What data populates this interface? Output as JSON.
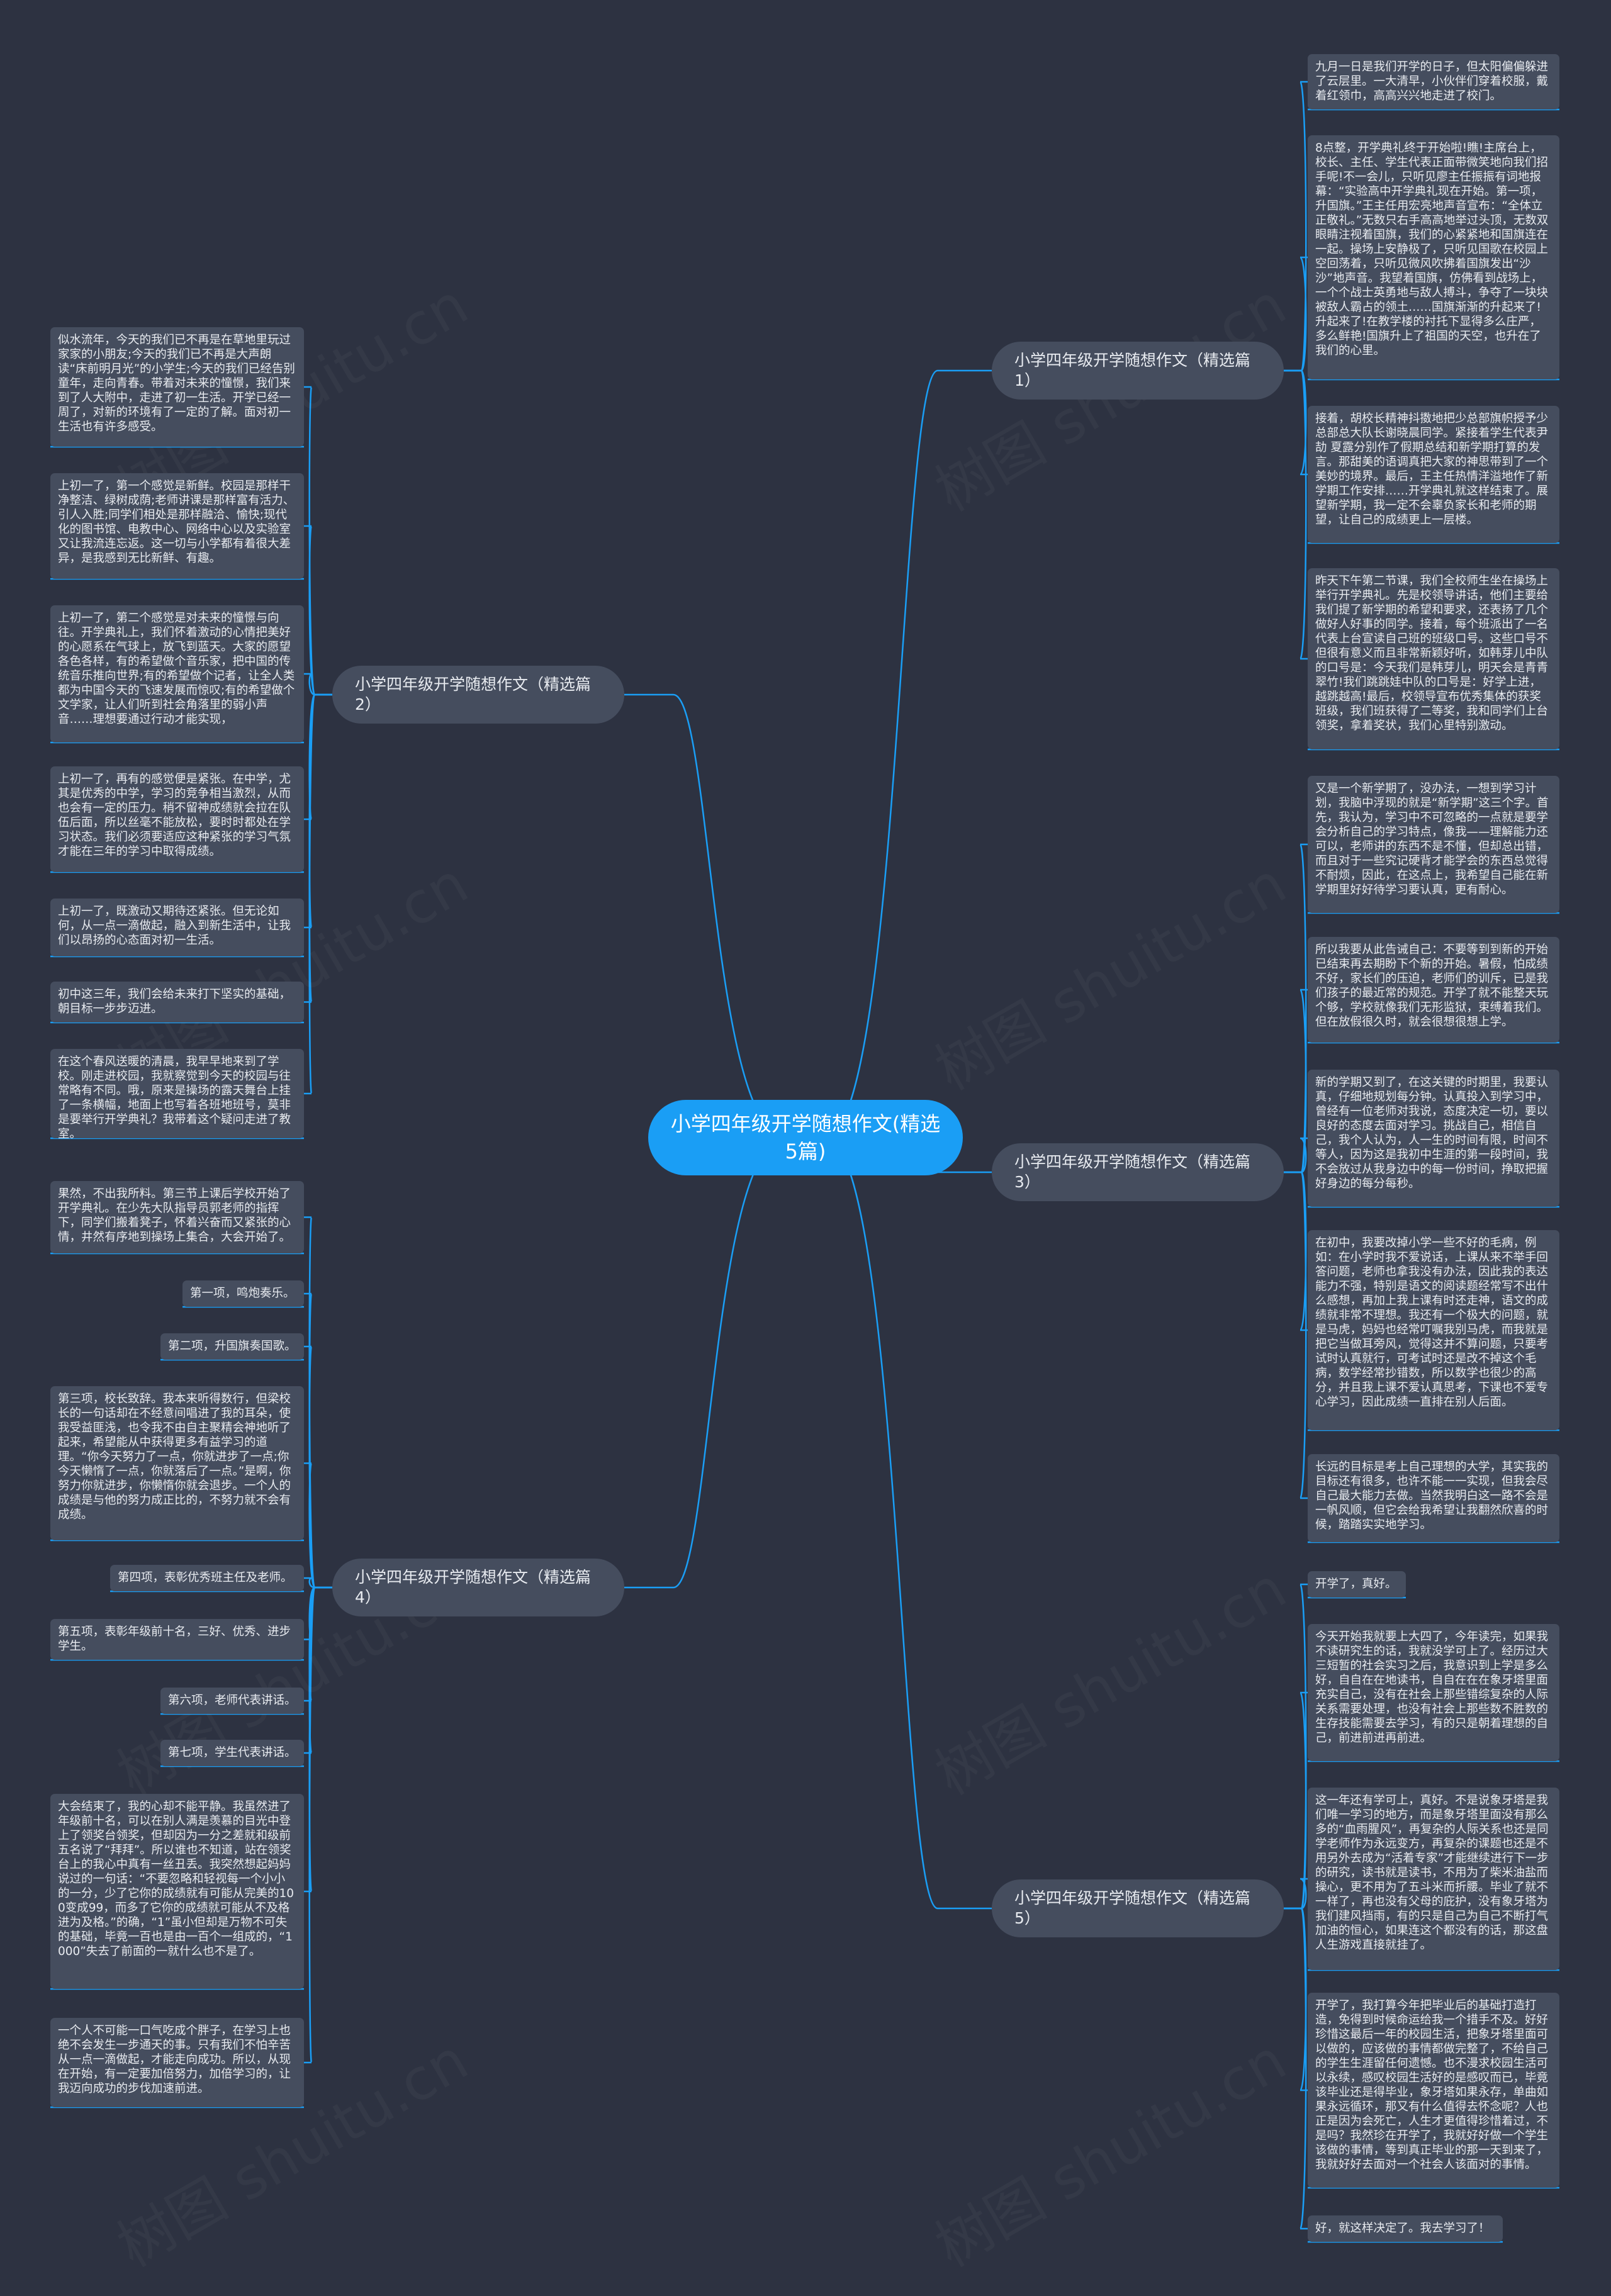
{
  "root": "小学四年级开学随想作文(精选5篇)",
  "colors": {
    "background": "#2d3241",
    "root": "#1a9ef5",
    "node": "#454d5e",
    "line": "#1a9ef5"
  },
  "watermark": "树图 shuitu.cn",
  "branches": [
    {
      "label": "小学四年级开学随想作文（精选篇1）",
      "leaves": [
        "九月一日是我们开学的日子，但太阳偏偏躲进了云层里。一大清早，小伙伴们穿着校服，戴着红领巾，高高兴兴地走进了校门。",
        "8点整，开学典礼终于开始啦!瞧!主席台上，校长、主任、学生代表正面带微笑地向我们招手呢!不一会儿，只听见廖主任振振有词地报幕：“实验高中开学典礼现在开始。第一项，升国旗。”王主任用宏亮地声音宣布：“全体立正敬礼。”无数只右手高高地举过头顶，无数双眼睛注视着国旗，我们的心紧紧地和国旗连在一起。操场上安静极了，只听见国歌在校园上空回荡着，只听见微风吹拂着国旗发出“沙沙”地声音。我望着国旗，仿佛看到战场上，一个个战士英勇地与敌人搏斗，争夺了一块块被敌人霸占的领土……国旗渐渐的升起来了!升起来了!在教学楼的衬托下显得多么庄严，多么鲜艳!国旗升上了祖国的天空，也升在了我们的心里。",
        "接着，胡校长精神抖擞地把少总部旗帜授予少总部总大队长谢晓晨同学。紧接着学生代表尹劼 夏露分别作了假期总结和新学期打算的发言。那甜美的语调真把大家的神思带到了一个美妙的境界。最后，王主任热情洋溢地作了新学期工作安排……开学典礼就这样结束了。展望新学期，我一定不会辜负家长和老师的期望，让自己的成绩更上一层楼。",
        "昨天下午第二节课，我们全校师生坐在操场上举行开学典礼。先是校领导讲话，他们主要给我们提了新学期的希望和要求，还表扬了几个做好人好事的同学。接着，每个班派出了一名代表上台宣读自己班的班级口号。这些口号不但很有意义而且非常新颖好听，如韩芽儿中队的口号是：今天我们是韩芽儿，明天会是青青翠竹!我们跳跳娃中队的口号是：好学上进，越跳越高!最后，校领导宣布优秀集体的获奖班级，我们班获得了二等奖，我和同学们上台领奖，拿着奖状，我们心里特别激动。"
      ]
    },
    {
      "label": "小学四年级开学随想作文（精选篇2）",
      "leaves": [
        "似水流年，今天的我们已不再是在草地里玩过家家的小朋友;今天的我们已不再是大声朗读“床前明月光”的小学生;今天的我们已经告别童年，走向青春。带着对未来的憧憬，我们来到了人大附中，走进了初一生活。开学已经一周了，对新的环境有了一定的了解。面对初一生活也有许多感受。",
        "上初一了，第一个感觉是新鲜。校园是那样干净整洁、绿树成荫;老师讲课是那样富有活力、引人入胜;同学们相处是那样融洽、愉快;现代化的图书馆、电教中心、网络中心以及实验室又让我流连忘返。这一切与小学都有着很大差异，是我感到无比新鲜、有趣。",
        "上初一了，第二个感觉是对未来的憧憬与向往。开学典礼上，我们怀着激动的心情把美好的心愿系在气球上，放飞到蓝天。大家的愿望各色各样，有的希望做个音乐家，把中国的传统音乐推向世界;有的希望做个记者，让全人类都为中国今天的飞速发展而惊叹;有的希望做个文学家，让人们听到社会角落里的弱小声音……理想要通过行动才能实现，",
        "上初一了，再有的感觉便是紧张。在中学，尤其是优秀的中学，学习的竞争相当激烈，从而也会有一定的压力。稍不留神成绩就会拉在队伍后面，所以丝毫不能放松，要时时都处在学习状态。我们必须要适应这种紧张的学习气氛才能在三年的学习中取得成绩。",
        "上初一了，既激动又期待还紧张。但无论如何，从一点一滴做起，融入到新生活中，让我们以昂扬的心态面对初一生活。",
        "初中这三年，我们会给未来打下坚实的基础，朝目标一步步迈进。"
      ]
    },
    {
      "label": "小学四年级开学随想作文（精选篇3）",
      "leaves": [
        "又是一个新学期了，没办法，一想到学习计划，我脑中浮现的就是“新学期”这三个字。首先，我认为，学习中不可忽略的一点就是要学会分析自己的学习特点，像我——理解能力还可以，老师讲的东西不是不懂，但却总出错，而且对于一些究记硬背才能学会的东西总觉得不耐烦，因此，在这点上，我希望自己能在新学期里好好待学习要认真，更有耐心。",
        "所以我要从此告诫自己：不要等到到新的开始已结束再去期盼下个新的开始。暑假，怕成绩不好，家长们的压迫，老师们的训斥，已是我们孩子的最近常的规范。开学了就不能整天玩个够，学校就像我们无形监狱，束缚着我们。但在放假很久时，就会很想很想上学。",
        "新的学期又到了，在这关键的时期里，我要认真，仔细地规划每分钟。认真投入到学习中，曾经有一位老师对我说，态度决定一切，要以良好的态度去面对学习。挑战自己，相信自己，我个人认为，人一生的时间有限，时间不等人，因为这是我初中生涯的第一段时间，我不会放过从我身边中的每一份时间，挣取把握好身边的每分每秒。",
        "在初中，我要改掉小学一些不好的毛病，例如：在小学时我不爱说话，上课从来不举手回答问题，老师也拿我没有办法，因此我的表达能力不强，特别是语文的阅读题经常写不出什么感想，再加上我上课有时还走神，语文的成绩就非常不理想。我还有一个极大的问题，就是马虎，妈妈也经常叮嘱我别马虎，而我就是把它当做耳旁风，觉得这并不算问题，只要考试时认真就行，可考试时还是改不掉这个毛病，数学经常抄错数，所以数学也很少的高分，并且我上课不爱认真思考，下课也不爱专心学习，因此成绩一直排在别人后面。",
        "长远的目标是考上自己理想的大学，其实我的目标还有很多，也许不能一一实现，但我会尽自己最大能力去做。当然我明白这一路不会是一帆风顺，但它会给我希望让我翻然欣喜的时候，踏踏实实地学习。"
      ]
    },
    {
      "label": "小学四年级开学随想作文（精选篇4）",
      "leaves": [
        "在这个春风送暖的清晨，我早早地来到了学校。刚走进校园，我就察觉到今天的校园与往常略有不同。哦，原来是操场的露天舞台上挂了一条横幅，地面上也写着各班地班号，莫非是要举行开学典礼？我带着这个疑问走进了教室。",
        "果然，不出我所料。第三节上课后学校开始了开学典礼。在少先大队指导员郭老师的指挥下，同学们搬着凳子，怀着兴奋而又紧张的心情，井然有序地到操场上集合，大会开始了。",
        "第一项，鸣炮奏乐。",
        "第二项，升国旗奏国歌。",
        "第三项，校长致辞。我本来听得数行，但梁校长的一句话却在不经意间唱进了我的耳朵，使我受益匪浅，也令我不由自主聚精会神地听了起来，希望能从中获得更多有益学习的道理。“你今天努力了一点，你就进步了一点;你今天懒惰了一点，你就落后了一点。”是啊，你努力你就进步，你懒惰你就会退步。一个人的成绩是与他的努力成正比的，不努力就不会有成绩。",
        "第四项，表彰优秀班主任及老师。",
        "第五项，表彰年级前十名，三好、优秀、进步学生。",
        "第六项，老师代表讲话。",
        "第七项，学生代表讲话。",
        "大会结束了，我的心却不能平静。我虽然进了年级前十名，可以在别人满是羡慕的目光中登上了领奖台领奖，但却因为一分之差就和级前五名说了“拜拜”。所以谁也不知道，站在领奖台上的我心中真有一丝丑丢。我突然想起妈妈说过的一句话：“不要忽略和轻视每一个小小的一分，少了它你的成绩就有可能从完美的100变成99，而多了它你的成绩就可能从不及格进为及格。”的确，“1”虽小但却是万物不可失的基础，毕竟一百也是由一百个一组成的，“1000”失去了前面的一就什么也不是了。",
        "一个人不可能一口气吃成个胖子，在学习上也绝不会发生一步通天的事。只有我们不怕辛苦从一点一滴做起，才能走向成功。所以，从现在开始，有一定要加倍努力，加倍学习的，让我迈向成功的步伐加速前进。"
      ]
    },
    {
      "label": "小学四年级开学随想作文（精选篇5）",
      "leaves": [
        "开学了，真好。",
        "今天开始我就要上大四了，今年读完，如果我不读研究生的话，我就没学可上了。经历过大三短暂的社会实习之后，我意识到上学是多么好，自自在在地读书，自自在在在象牙塔里面充实自己，没有在社会上那些错综复杂的人际关系需要处理，也没有社会上那些数不胜数的生存技能需要去学习，有的只是朝着理想的自己，前进前进再前进。",
        "这一年还有学可上，真好。不是说象牙塔是我们唯一学习的地方，而是象牙塔里面没有那么多的“血雨腥风”，再复杂的人际关系也还是同学老师作为永远变方，再复杂的课题也还是不用另外去成为“活着专家”才能继续进行下一步的研究，读书就是读书，不用为了柴米油盐而操心，更不用为了五斗米而折腰。毕业了就不一样了，再也没有父母的庇护，没有象牙塔为我们建风挡雨，有的只是自己为自己不断打气加油的恒心，如果连这个都没有的话，那这盘人生游戏直接就挂了。",
        "开学了，我打算今年把毕业后的基础打造打造，免得到时候命运给我一个措手不及。好好珍惜这最后一年的校园生活，把象牙塔里面可以做的，应该做的事情都做完整了，不给自己的学生生涯留任何遗憾。也不漫求校园生活可以永续，感叹校园生活好的是感叹而已，毕竟该毕业还是得毕业，象牙塔如果永存，单曲如果永远循环，那又有什么值得去怀念呢？人也正是因为会死亡，人生才更值得珍惜着过，不是吗？我然珍在开学了，我就好好做一个学生该做的事情，等到真正毕业的那一天到来了，我就好好去面对一个社会人该面对的事情。",
        "好，就这样决定了。我去学习了！"
      ]
    }
  ]
}
